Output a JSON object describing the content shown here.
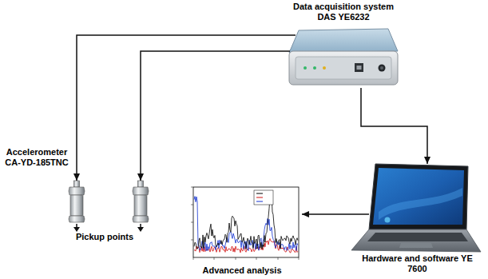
{
  "diagram": {
    "nodes": [
      {
        "text": [
          "Data acquisition system DAS YE6232"
        ]
      },
      {
        "text": [
          "Accelerometer CA-YD-185TNC",
          "Pickup points"
        ]
      },
      {
        "text": [
          "Hardware and software YE 7600"
        ]
      },
      {
        "text": [
          "Advanced analysis"
        ]
      }
    ],
    "edges": [
      {
        "from": 0,
        "to": 1,
        "arrow": "to"
      },
      {
        "from": 0,
        "to": 1,
        "arrow": "to"
      },
      {
        "from": 0,
        "to": 2,
        "arrow": "to"
      },
      {
        "from": 2,
        "to": 3,
        "arrow": "to"
      }
    ]
  }
}
